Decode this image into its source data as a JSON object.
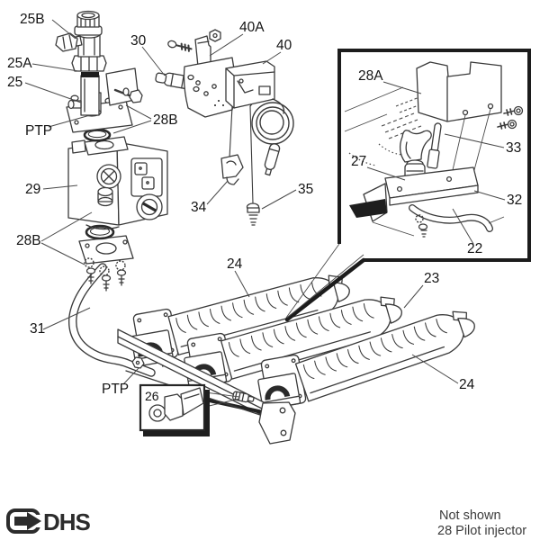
{
  "diagram": {
    "kind": "exploded-parts-diagram",
    "subject": "gas burner and pilot control assembly",
    "colors": {
      "line": "#3a3a3a",
      "dark": "#1e1e1e",
      "background": "#ffffff"
    },
    "callouts": [
      {
        "text": "25B"
      },
      {
        "text": "25A"
      },
      {
        "text": "25"
      },
      {
        "text": "PTP"
      },
      {
        "text": "28B"
      },
      {
        "text": "30"
      },
      {
        "text": "40A"
      },
      {
        "text": "40"
      },
      {
        "text": "28A"
      },
      {
        "text": "33"
      },
      {
        "text": "27"
      },
      {
        "text": "32"
      },
      {
        "text": "22"
      },
      {
        "text": "29"
      },
      {
        "text": "34"
      },
      {
        "text": "35"
      },
      {
        "text": "28B"
      },
      {
        "text": "31"
      },
      {
        "text": "24"
      },
      {
        "text": "23"
      },
      {
        "text": "24"
      },
      {
        "text": "PTP"
      },
      {
        "text": "26"
      }
    ],
    "notes": {
      "line1": "Not shown",
      "line2": "28 Pilot injector"
    },
    "logo": {
      "text": "DHS"
    }
  }
}
